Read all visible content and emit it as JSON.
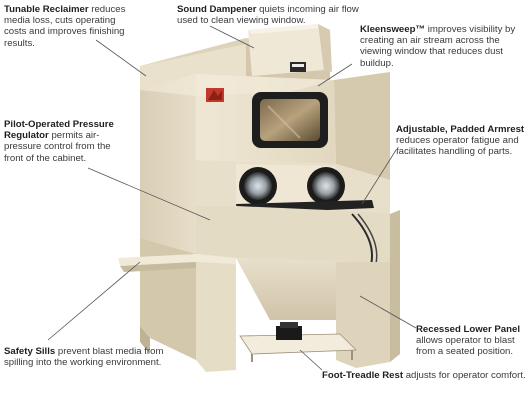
{
  "callouts": {
    "tunable_reclaimer": {
      "title": "Tunable Reclaimer",
      "text": " reduces media loss, cuts operating costs and improves finishing results."
    },
    "sound_dampener": {
      "title": "Sound Dampener",
      "text": " quiets incoming air flow used to clean viewing window."
    },
    "kleensweep": {
      "title": "Kleensweep™",
      "text": " improves visibility by creating an air stream across the viewing window that reduces dust buildup."
    },
    "pilot_regulator": {
      "title": "Pilot-Operated Pressure Regulator",
      "text": " permits air-pressure control from the front of the cabinet."
    },
    "armrest": {
      "title": "Adjustable, Padded Armrest",
      "text": " reduces operator fatigue and facilitates handling of parts."
    },
    "lower_panel": {
      "title": "Recessed Lower Panel",
      "text": " allows operator to blast from a seated position."
    },
    "safety_sills": {
      "title": "Safety Sills",
      "text": "  prevent blast media from spilling into the working environment."
    },
    "foot_treadle": {
      "title": "Foot-Treadle Rest",
      "text": " adjusts for operator comfort."
    }
  },
  "colors": {
    "cabinet": "#ece4d0",
    "cabinet_shadow": "#d8cdb4",
    "cabinet_dark": "#c2b699",
    "window_frame": "#1e1e1e",
    "leader_line": "#555555",
    "logo_red": "#c0392b"
  }
}
